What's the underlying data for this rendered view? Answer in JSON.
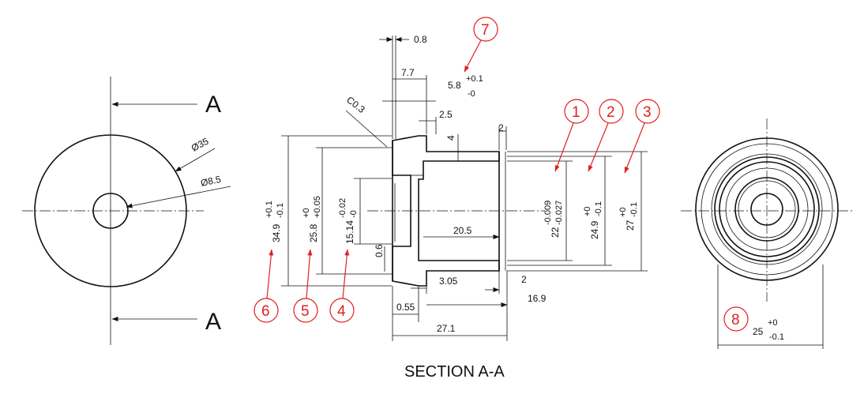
{
  "section_letter": "A",
  "caption": "SECTION A-A",
  "left_view": {
    "dia_outer": "Ø35",
    "dia_inner": "Ø8.5"
  },
  "section": {
    "chamfer": "C0.3",
    "dim_0_8": "0.8",
    "dim_7_7": "7.7",
    "dim_2_5": "2.5",
    "dim_4": "4",
    "dim_2_top": "2",
    "dim_20_5": "20.5",
    "dim_0_6": "0.6",
    "dim_3_05": "3.05",
    "dim_2_bottom": "2",
    "dim_0_55": "0.55",
    "dim_16_9": "16.9",
    "dim_27_1": "27.1",
    "tol_5_8": {
      "nominal": "5.8",
      "upper": "+0.1",
      "lower": "-0"
    },
    "tol_34_9": {
      "nominal": "34.9",
      "upper": "+0.1",
      "lower": "-0.1"
    },
    "tol_25_8": {
      "nominal": "25.8",
      "upper": "+0",
      "lower": "+0.05"
    },
    "tol_15_14": {
      "nominal": "15.14",
      "upper": "-0.02",
      "lower": "-0"
    },
    "tol_22": {
      "nominal": "22",
      "upper": "-0.009",
      "lower": "-0.027"
    },
    "tol_24_9": {
      "nominal": "24.9",
      "upper": "+0",
      "lower": "-0.1"
    },
    "tol_27": {
      "nominal": "27",
      "upper": "+0",
      "lower": "-0.1"
    }
  },
  "right_view": {
    "tol_25": {
      "nominal": "25",
      "upper": "+0",
      "lower": "-0.1"
    }
  },
  "callouts": [
    "1",
    "2",
    "3",
    "4",
    "5",
    "6",
    "7",
    "8"
  ],
  "colors": {
    "callout": "#e02020",
    "line": "#111111"
  }
}
